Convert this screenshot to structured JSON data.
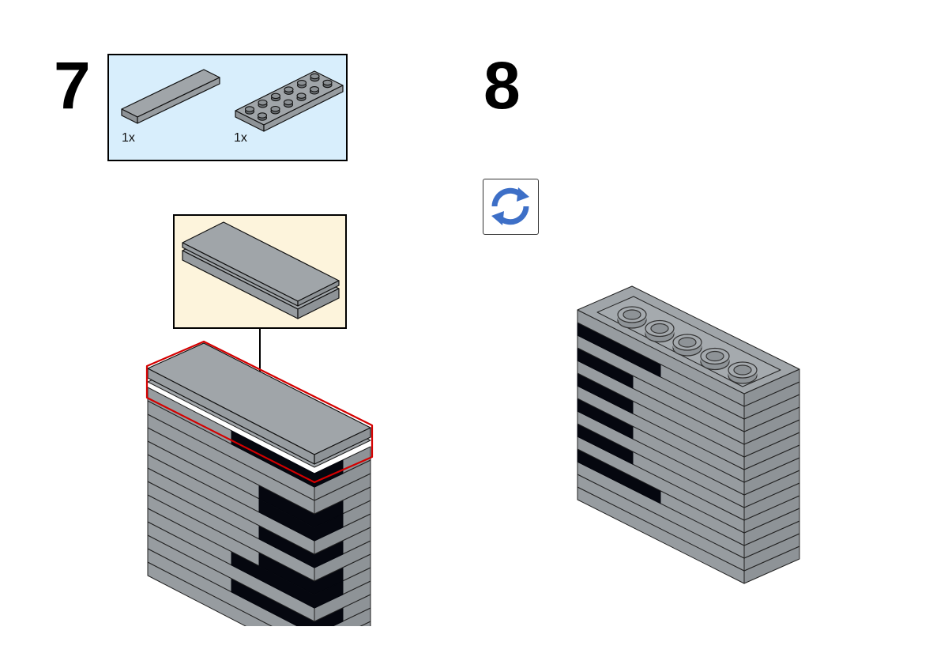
{
  "steps": [
    {
      "number": "7",
      "parts": [
        {
          "name": "tile-1x4",
          "quantity": "1x",
          "color": "#a0a5a9"
        },
        {
          "name": "plate-2x6",
          "quantity": "1x",
          "color": "#a0a5a9"
        }
      ]
    },
    {
      "number": "8",
      "icon": "rotate-model-icon"
    }
  ],
  "colors": {
    "parts_panel": "#d8eefc",
    "callout_panel": "#fdf4dc",
    "brick_gray": "#a0a5a9",
    "brick_black": "#05070f",
    "highlight": "#d40000",
    "rotate_arrow": "#3d6fc7"
  }
}
